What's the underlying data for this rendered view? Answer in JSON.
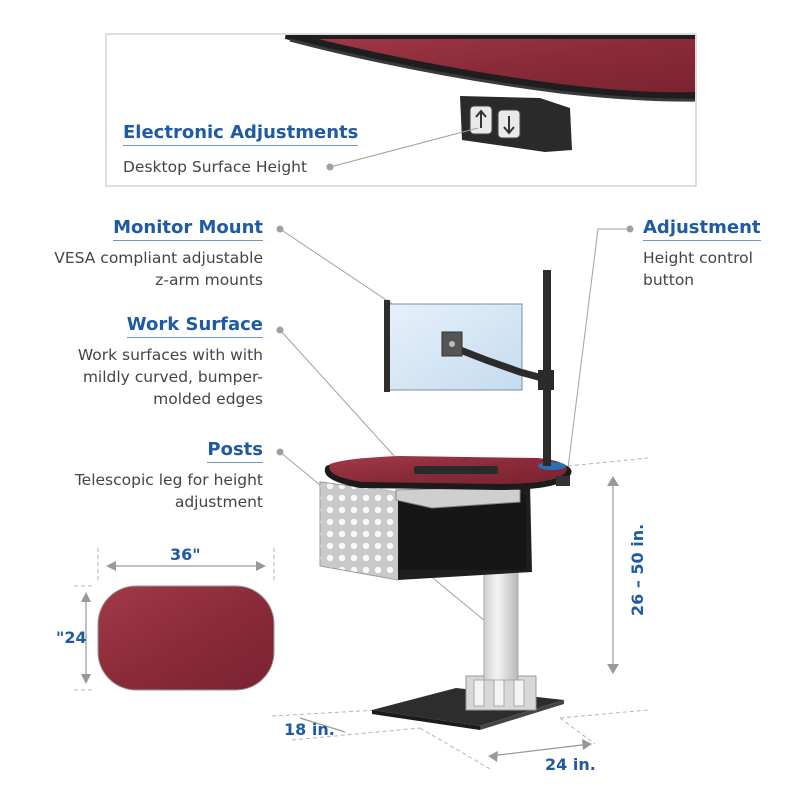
{
  "callouts": {
    "electronic": {
      "title": "Electronic Adjustments",
      "desc": "Desktop Surface Height"
    },
    "monitor": {
      "title": "Monitor Mount",
      "desc_lines": [
        "VESA compliant adjustable",
        "z-arm mounts"
      ]
    },
    "work_surface": {
      "title": "Work Surface",
      "desc_lines": [
        "Work surfaces with  with",
        "mildly curved, bumper-",
        "molded edges"
      ]
    },
    "posts": {
      "title": "Posts",
      "desc_lines": [
        "Telescopic  leg for  height",
        "adjustment"
      ]
    },
    "adjustment": {
      "title": "Adjustment",
      "desc_lines": [
        "Height control",
        "button"
      ]
    }
  },
  "dimensions": {
    "top_width": "36\"",
    "top_depth": "\"24",
    "height_range": "26 – 50 in.",
    "base_depth": "18 in.",
    "base_width": "24 in."
  },
  "colors": {
    "accent": "#1f5aa3",
    "desktop": "#8e2c3a",
    "frame": "#2b2b2b",
    "leader": "#a0a0a0"
  }
}
